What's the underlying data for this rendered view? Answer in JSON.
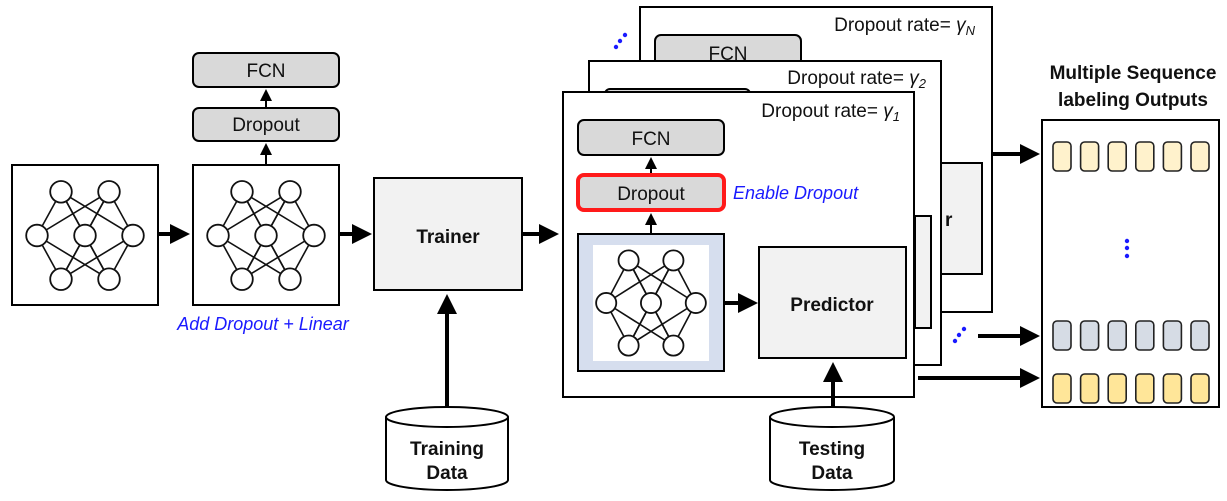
{
  "colors": {
    "module_gray": "#d9d9d9",
    "block_light": "#f2f2f2",
    "highlight_red": "#ff1a1a",
    "annotation_blue": "#1a1aff",
    "nn_frame_blue": "#d6deee",
    "token_light_yellow": "#fff2cc",
    "token_gray_blue": "#d6dce5",
    "token_yellow": "#ffe699"
  },
  "stage2": {
    "fcn": "FCN",
    "dropout": "Dropout",
    "caption": "Add Dropout + Linear"
  },
  "trainer": {
    "label": "Trainer"
  },
  "training_data": {
    "line1": "Training",
    "line2": "Data"
  },
  "testing_data": {
    "line1": "Testing",
    "line2": "Data"
  },
  "panels": {
    "back": {
      "rate_label": "Dropout rate= ",
      "gamma": "γ",
      "sub": "N",
      "fcn": "FCN",
      "predictor_fragment": "r"
    },
    "middle": {
      "rate_label": "Dropout rate= ",
      "gamma": "γ",
      "sub": "2"
    },
    "front": {
      "rate_label": "Dropout rate= ",
      "gamma": "γ",
      "sub": "1",
      "fcn": "FCN",
      "dropout": "Dropout",
      "enable": "Enable Dropout",
      "predictor": "Predictor"
    }
  },
  "outputs": {
    "title1": "Multiple Sequence",
    "title2": "labeling Outputs",
    "tokens_per_row": 6
  }
}
